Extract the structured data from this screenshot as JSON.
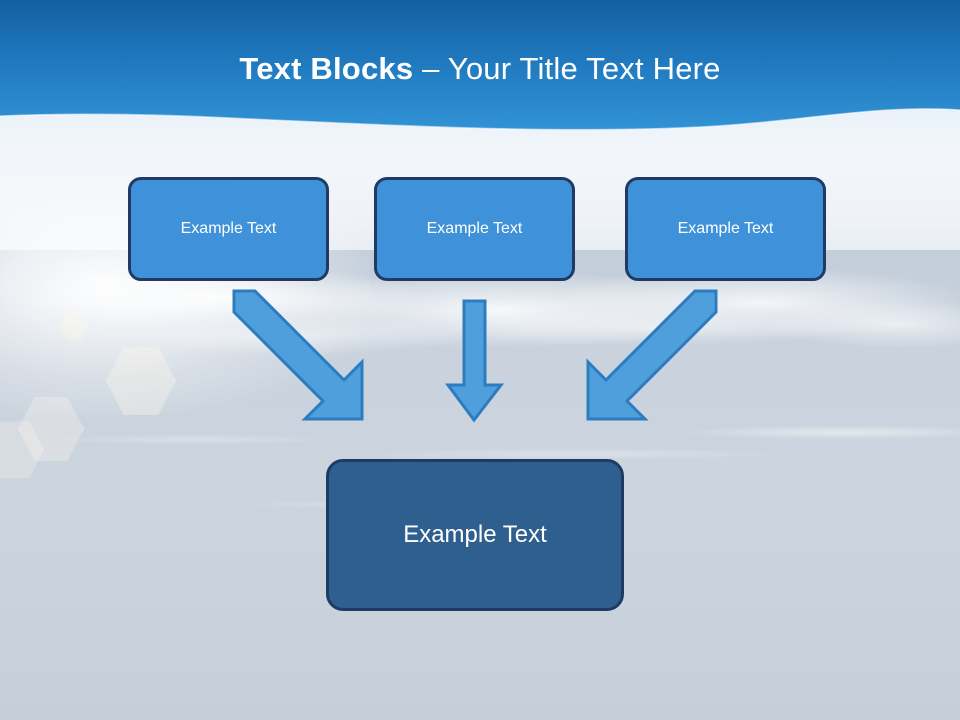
{
  "slide": {
    "title": {
      "strong": "Text Blocks",
      "separator": " – ",
      "light": "Your Title Text Here"
    },
    "background": {
      "description": "ocean-wave-photo",
      "sky_color": "#dde8f2",
      "water_color": "#c9d2dd"
    }
  },
  "theme": {
    "header_gradient_top": "#1465a8",
    "header_gradient_bottom": "#2f8cd2",
    "box_fill": "#3f92d9",
    "box_border": "#1f3b64",
    "result_fill": "#2e5f8e",
    "arrow_fill": "#4f9fdc",
    "arrow_stroke": "#2e7cc0",
    "title_color": "#ffffff"
  },
  "diagram": {
    "top_boxes": [
      {
        "label": "Example Text"
      },
      {
        "label": "Example Text"
      },
      {
        "label": "Example Text"
      }
    ],
    "result_box": {
      "label": "Example Text"
    },
    "arrows": [
      {
        "name": "arrow-left-diagonal",
        "direction": "down-right"
      },
      {
        "name": "arrow-middle-vertical",
        "direction": "down"
      },
      {
        "name": "arrow-right-diagonal",
        "direction": "down-left"
      }
    ]
  }
}
